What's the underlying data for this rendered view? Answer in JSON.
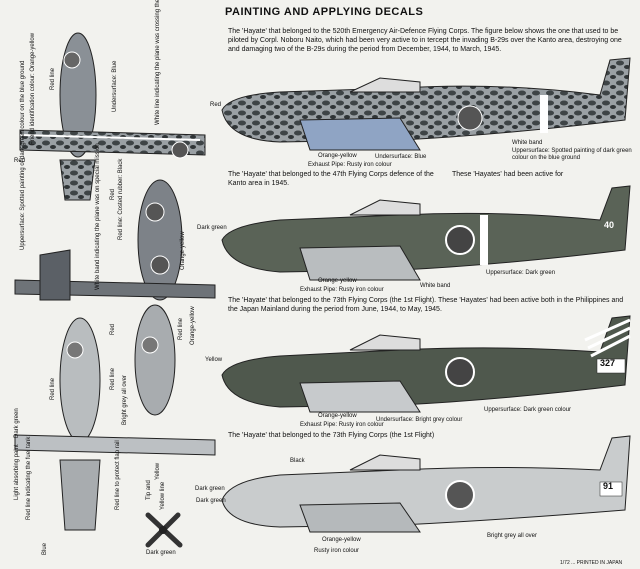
{
  "title": "PAINTING AND APPLYING DECALS",
  "profiles": {
    "p1_text": "The 'Hayate' that belonged to the 520th Emergency Air-Defence Flying Corps. The figure below shows the one that used to be piloted by Corpl. Noboru Naito, which had been very active to in tercept the invading B-29s over the Kanto area, destroying one and damaging two of the B-29s during the period from December, 1944, to March, 1945.",
    "p1_labels": [
      "Red",
      "Orange-yellow",
      "Exhaust Pipe: Rusty iron colour",
      "Undersurface: Blue",
      "White band",
      "Uppersurface: Spotted painting of dark green colour on the blue ground"
    ],
    "p2_text": "The 'Hayate' that belonged to the 47th Flying Corps defence of the Kanto area in 1945.",
    "p2_text_b": "These 'Hayates' had been active for",
    "p2_labels": [
      "Dark green",
      "Orange-yellow",
      "Exhaust Pipe: Rusty iron colour",
      "White band",
      "Uppersurface: Dark green"
    ],
    "p2_number": "40",
    "p3_text": "The 'Hayate' that belonged to the 73th Flying Corps (the 1st Flight). These 'Hayates' had been active both in the Philippines and the Japan Mainland during the period from June, 1944, to May, 1945.",
    "p3_labels": [
      "Yellow",
      "Orange-yellow",
      "Exhaust Pipe: Rusty iron colour",
      "Undersurface: Bright grey colour",
      "Uppersurface: Dark green colour"
    ],
    "p3_number": "327",
    "p4_text": "The 'Hayate' that belonged to the 73th Flying Corps (the 1st Flight)",
    "p4_labels": [
      "Black",
      "Dark green",
      "Orange-yellow",
      "Rusty iron colour",
      "Bright grey all over"
    ],
    "p4_number": "91"
  },
  "plan_labels": {
    "top_view": [
      "Friend identification colour: Orange-yellow",
      "Red line",
      "Undersurface: Blue",
      "White line indicating the plane was crossing the border",
      "Red",
      "Uppersurface: Spotted painting of dark green colour on the blue ground"
    ],
    "mid_view": [
      "Red",
      "Red line: Costed rubber: Black",
      "White band indicating the plane was on special mission",
      "Orange-yellow",
      "Red line",
      "Red",
      "Orange-yellow"
    ],
    "low_view": [
      "Red line",
      "Red line",
      "Bright grey all over",
      "Dark green",
      "Light absorbing paint",
      "Red line indicating the fuel tank",
      "Red line to protect flap rail",
      "Tip and",
      "Yellow",
      "Yellow line",
      "Blue",
      "Dark green",
      "Dark green"
    ]
  },
  "footer": "1/72 ... PRINTED IN JAPAN"
}
